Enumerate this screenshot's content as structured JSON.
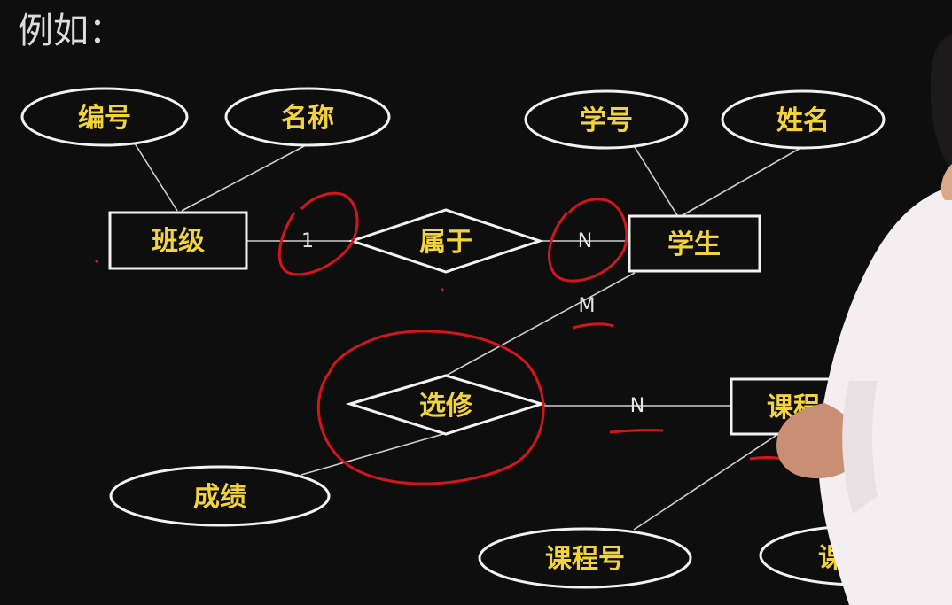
{
  "heading": "例如：",
  "entities": {
    "class": "班级",
    "student": "学生",
    "course": "课程"
  },
  "relationships": {
    "belongs_to": "属于",
    "elective": "选修"
  },
  "attributes": {
    "class_id": "编号",
    "class_name": "名称",
    "student_id": "学号",
    "student_name": "姓名",
    "grade": "成绩",
    "course_id": "课程号",
    "course_name": "课程名"
  },
  "cardinalities": {
    "class_side": "1",
    "student_side_belongs": "N",
    "student_side_elective": "M",
    "course_side_elective": "N"
  },
  "colors": {
    "background": "#0e0e0e",
    "label_text": "#f3d33a",
    "shape_stroke": "#f2f2f2",
    "annotation": "#d4161c",
    "presenter_shirt": "#f4eef0"
  }
}
